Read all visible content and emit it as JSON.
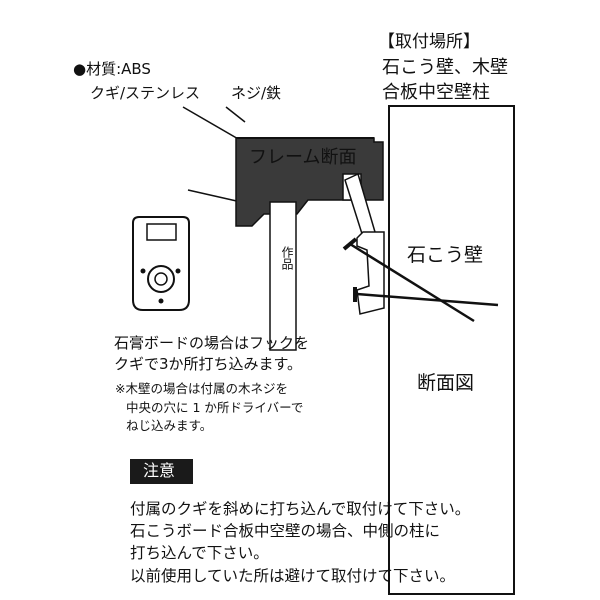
{
  "spec": {
    "material": "●材質:ABS",
    "hook_material": "クギ/ステンレス",
    "screw_material": "ネジ/鉄"
  },
  "location": {
    "title": "【取付場所】",
    "line1": "石こう壁、木壁",
    "line2": "合板中空壁柱"
  },
  "diagram": {
    "frame_label": "フレーム断面",
    "product_label": "作品",
    "wall_label": "石こう壁",
    "section_label": "断面図"
  },
  "instructions": {
    "line1": "石膏ボードの場合はフックを",
    "line2": "クギで3か所打ち込みます。",
    "note_line1": "※木壁の場合は付属の木ネジを",
    "note_line2": "中央の穴に 1 か所ドライバーで",
    "note_line3": "ねじ込みます。"
  },
  "caution": {
    "heading": "注意",
    "line1": "付属のクギを斜めに打ち込んで取付けて下さい。",
    "line2": "石こうボード合板中空壁の場合、中側の柱に",
    "line3": "打ち込んで下さい。",
    "line4": "以前使用していた所は避けて取付けて下さい。"
  }
}
